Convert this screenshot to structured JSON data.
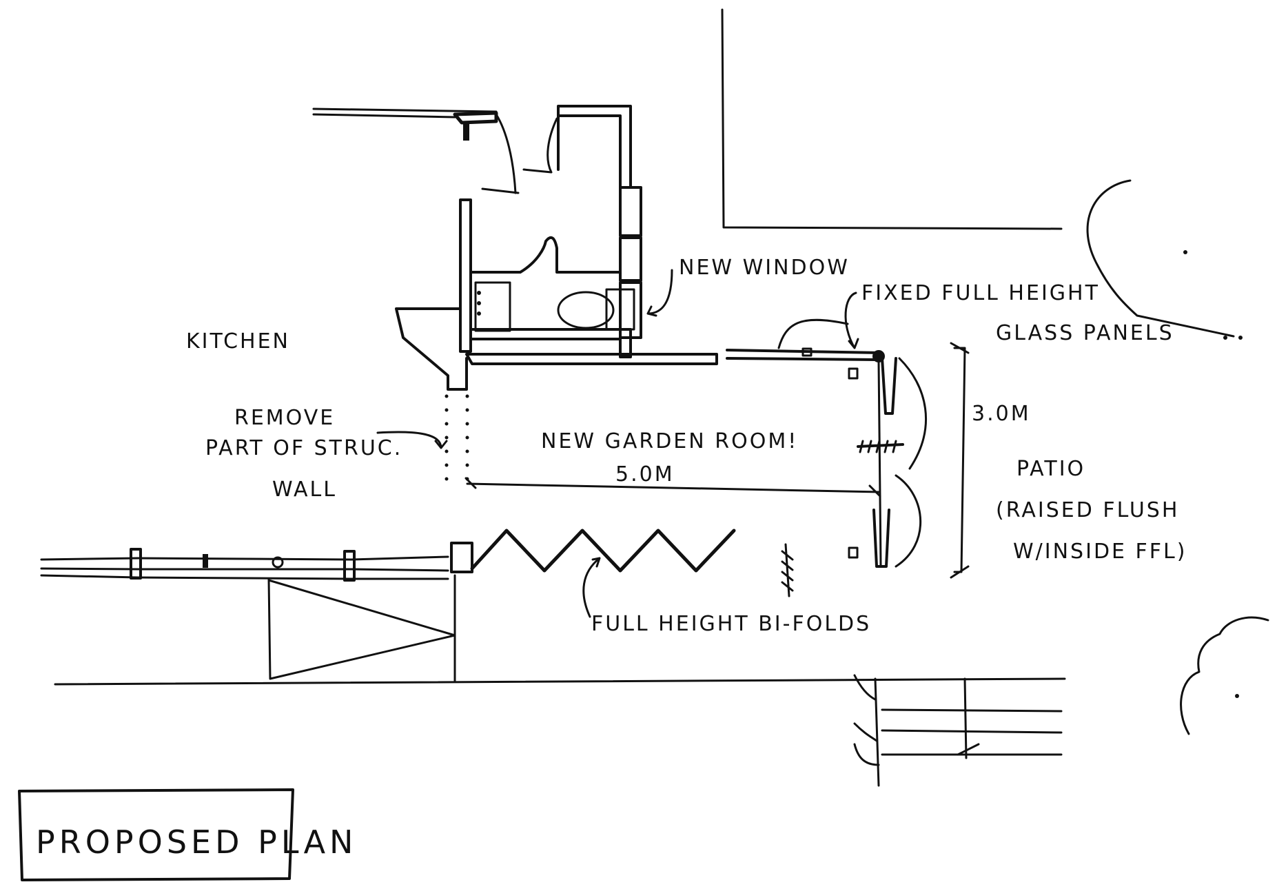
{
  "title": "PROPOSED PLAN",
  "labels": {
    "kitchen": "KITCHEN",
    "new_window": "NEW WINDOW",
    "fixed_glass_line1": "FIXED FULL HEIGHT",
    "fixed_glass_line2": "GLASS PANELS",
    "remove_line1": "REMOVE",
    "remove_line2": "PART OF STRUC.",
    "remove_line3": "WALL",
    "garden_room": "NEW GARDEN ROOM!",
    "room_length": "5.0M",
    "room_width": "3.0M",
    "patio_line1": "PATIO",
    "patio_line2": "(RAISED FLUSH",
    "patio_line3": "W/INSIDE FFL)",
    "bifolds": "FULL HEIGHT BI-FOLDS"
  },
  "colors": {
    "ink": "#111111",
    "paper": "#ffffff"
  }
}
